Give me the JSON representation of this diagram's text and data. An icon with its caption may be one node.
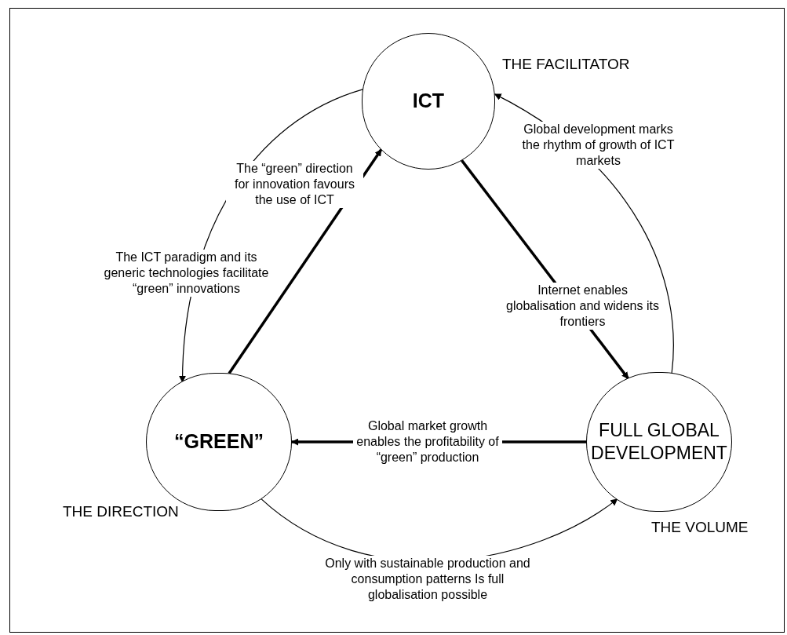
{
  "diagram": {
    "nodes": [
      {
        "text": [
          "ICT"
        ],
        "beside": [
          "THE FACILITATOR"
        ]
      },
      {
        "text": [
          "“GREEN”"
        ],
        "beside": [
          "THE DIRECTION"
        ]
      },
      {
        "text": [
          "FULL GLOBAL DEVELOPMENT"
        ],
        "beside": [
          "THE VOLUME"
        ]
      }
    ],
    "edges": [
      {
        "from": 0,
        "to": 1,
        "arrow": "to",
        "label": "The ICT paradigm and its generic technologies facilitate “green” innovations"
      },
      {
        "from": 1,
        "to": 0,
        "arrow": "to",
        "style": "thick",
        "label": "The “green” direction for innovation favours the use of ICT"
      },
      {
        "from": 0,
        "to": 2,
        "arrow": "to",
        "style": "thick",
        "label": "Internet enables globalisation and widens its frontiers"
      },
      {
        "from": 2,
        "to": 0,
        "arrow": "to",
        "label": "Global development marks the rhythm of growth of ICT markets"
      },
      {
        "from": 2,
        "to": 1,
        "arrow": "to",
        "style": "thick",
        "label": "Global market growth enables the profitability of “green” production"
      },
      {
        "from": 1,
        "to": 2,
        "arrow": "to",
        "label": "Only with sustainable production and consumption patterns Is full globalisation possible"
      }
    ]
  }
}
